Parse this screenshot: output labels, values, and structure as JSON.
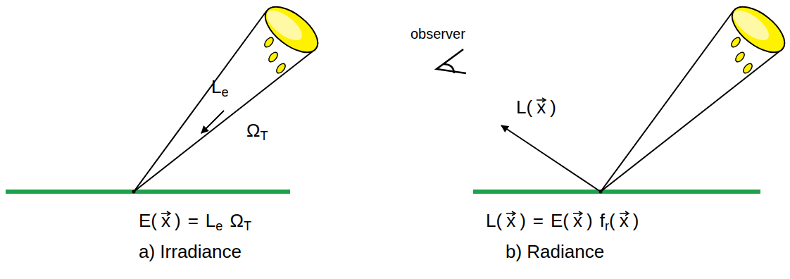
{
  "diagram": {
    "labels": [
      "L",
      "e",
      "Ω",
      "T",
      "E(",
      "x",
      ")",
      "=",
      "L",
      "e",
      "Ω",
      "T",
      "a) Irradiance",
      "observer",
      "L(",
      "x",
      ")",
      "L(",
      "x",
      ")",
      "=",
      "E(",
      "x",
      ")",
      "f",
      "r",
      "(",
      "x",
      ")",
      "b) Radiance"
    ]
  }
}
